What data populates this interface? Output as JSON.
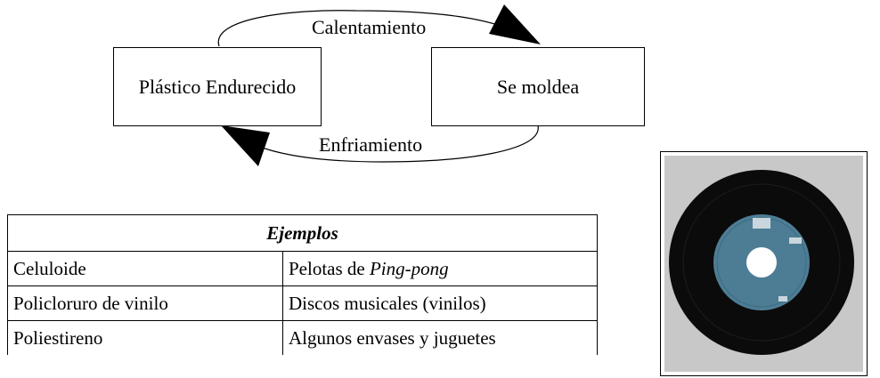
{
  "diagram": {
    "left_box": "Plástico Endurecido",
    "right_box": "Se moldea",
    "top_arrow_label": "Calentamiento",
    "bottom_arrow_label": "Enfriamiento"
  },
  "table": {
    "header": "Ejemplos",
    "rows": [
      {
        "material": "Celuloide",
        "use_prefix": "Pelotas de ",
        "use_italic": "Ping-pong"
      },
      {
        "material": "Policloruro de vinilo",
        "use_prefix": "Discos musicales (vinilos)",
        "use_italic": ""
      },
      {
        "material": "Poliestireno",
        "use_prefix": "Algunos envases y juguetes",
        "use_italic": ""
      }
    ]
  },
  "colors": {
    "record_black": "#0b0b0b",
    "label_blue": "#4d7d95",
    "photo_bg": "#c8c8c8"
  }
}
